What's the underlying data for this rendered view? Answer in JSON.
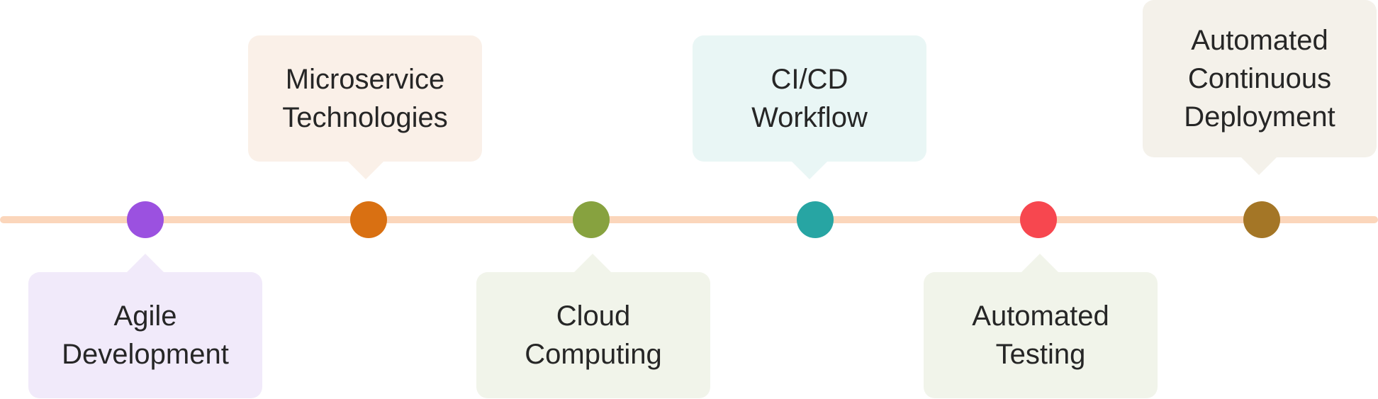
{
  "timeline": {
    "line_color": "#fbd6bb",
    "milestones": [
      {
        "label": "Agile\nDevelopment",
        "dot_color": "#9b51e0",
        "card_color": "#f1eafa",
        "position": "below"
      },
      {
        "label": "Microservice\nTechnologies",
        "dot_color": "#d97012",
        "card_color": "#faf0e8",
        "position": "above"
      },
      {
        "label": "Cloud\nComputing",
        "dot_color": "#87a23f",
        "card_color": "#f1f4ea",
        "position": "below"
      },
      {
        "label": "CI/CD\nWorkflow",
        "dot_color": "#27a5a3",
        "card_color": "#e9f6f5",
        "position": "above"
      },
      {
        "label": "Automated\nTesting",
        "dot_color": "#f7474f",
        "card_color": "#f1f4ea",
        "position": "below"
      },
      {
        "label": "Automated\nContinuous\nDeployment",
        "dot_color": "#a47626",
        "card_color": "#f4f1ea",
        "position": "above"
      }
    ]
  }
}
